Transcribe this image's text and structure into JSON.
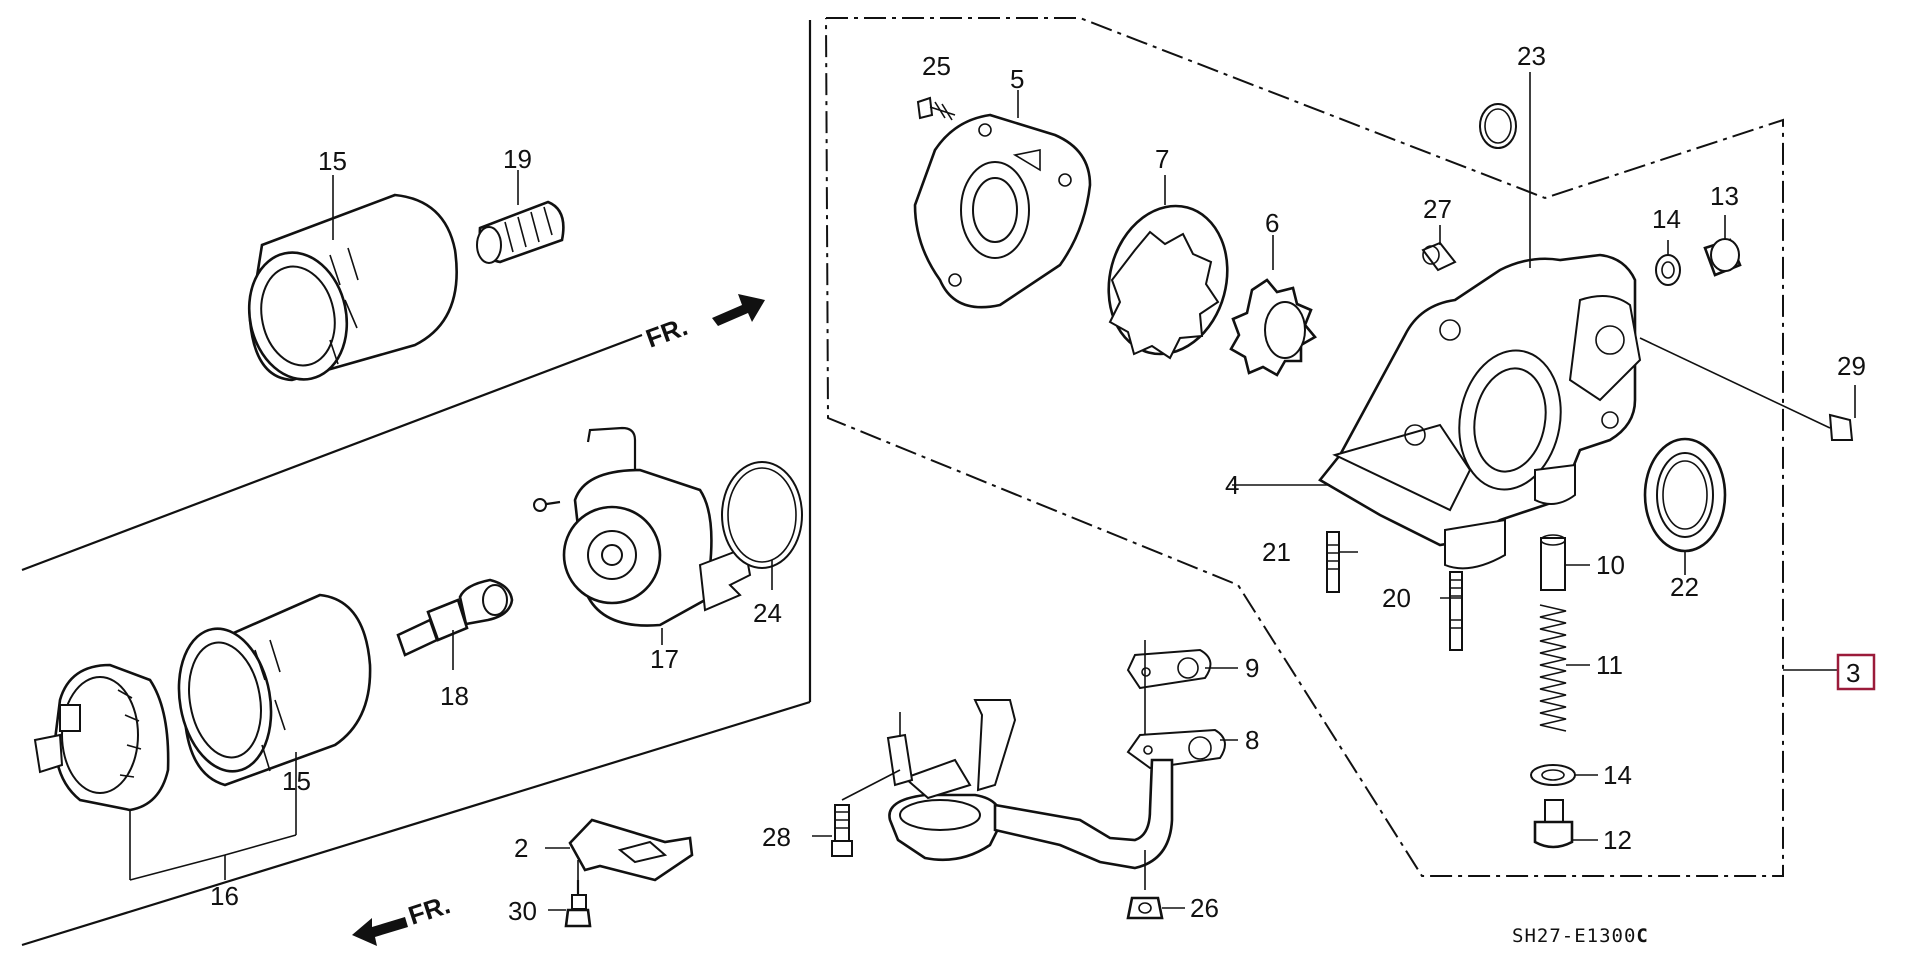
{
  "diagram": {
    "document_code": "SH27-E1300",
    "document_code_suffix": "C",
    "front_arrow_label": "FR.",
    "front_arrow_label_2": "FR.",
    "callouts": {
      "p2": "2",
      "p3": "3",
      "p4": "4",
      "p5": "5",
      "p6": "6",
      "p7": "7",
      "p8": "8",
      "p9": "9",
      "p10": "10",
      "p11": "11",
      "p12": "12",
      "p13": "13",
      "p14a": "14",
      "p14b": "14",
      "p15a": "15",
      "p15b": "15",
      "p16": "16",
      "p17": "17",
      "p18": "18",
      "p19": "19",
      "p20": "20",
      "p21": "21",
      "p22": "22",
      "p23": "23",
      "p24": "24",
      "p25": "25",
      "p26": "26",
      "p27": "27",
      "p28": "28",
      "p29": "29",
      "p30": "30"
    },
    "colors": {
      "line": "#111111",
      "background": "#ffffff",
      "highlight_box": "#9b1b3a"
    }
  }
}
